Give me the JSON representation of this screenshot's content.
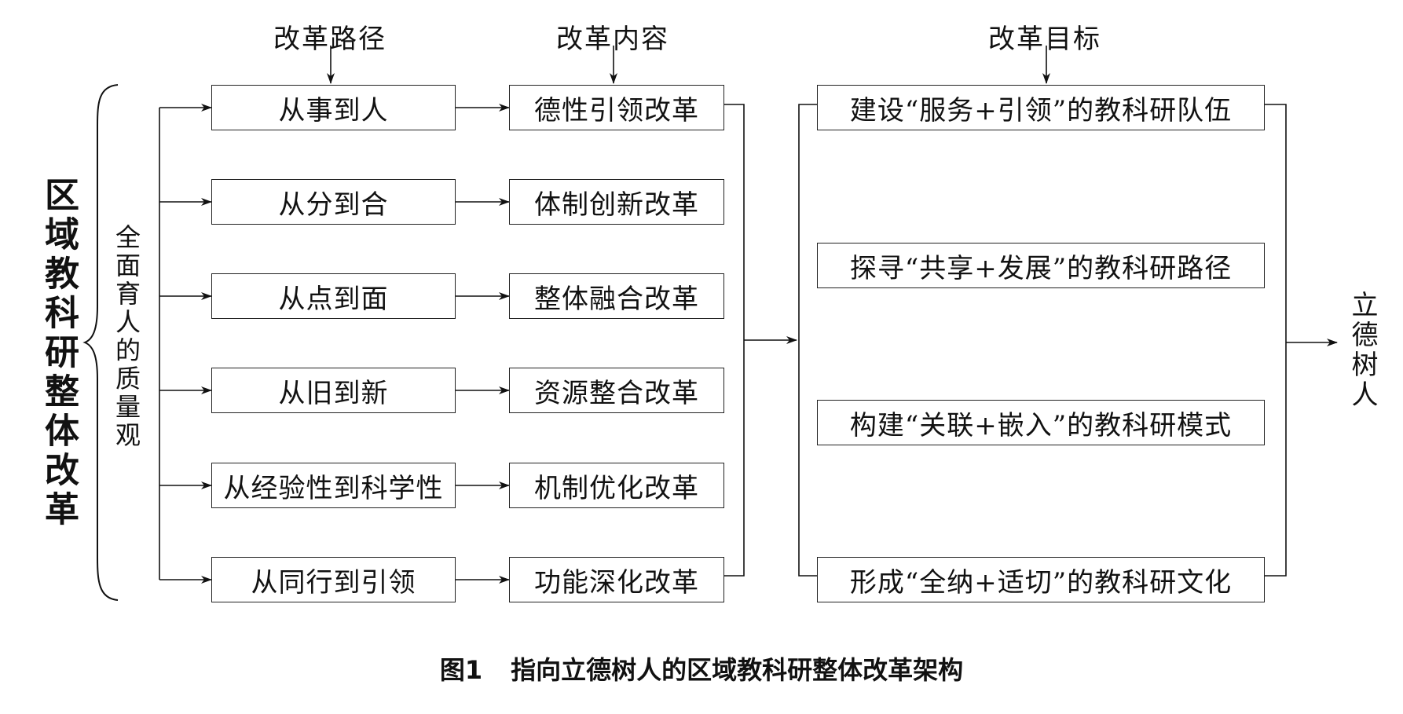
{
  "headers": {
    "paths": "改革路径",
    "content": "改革内容",
    "goals": "改革目标"
  },
  "main_title": "区域教科研整体改革",
  "sub_title": "全面育人的质量观",
  "paths": [
    "从事到人",
    "从分到合",
    "从点到面",
    "从旧到新",
    "从经验性到科学性",
    "从同行到引领"
  ],
  "contents": [
    "德性引领改革",
    "体制创新改革",
    "整体融合改革",
    "资源整合改革",
    "机制优化改革",
    "功能深化改革"
  ],
  "goals": [
    "建设“服务+引领”的教科研队伍",
    "探寻“共享+发展”的教科研路径",
    "构建“关联+嵌入”的教科研模式",
    "形成“全纳+适切”的教科研文化"
  ],
  "final_goal": "立德树人",
  "caption": {
    "figure_number": "图1",
    "title": "指向立德树人的区域教科研整体改革架构"
  }
}
